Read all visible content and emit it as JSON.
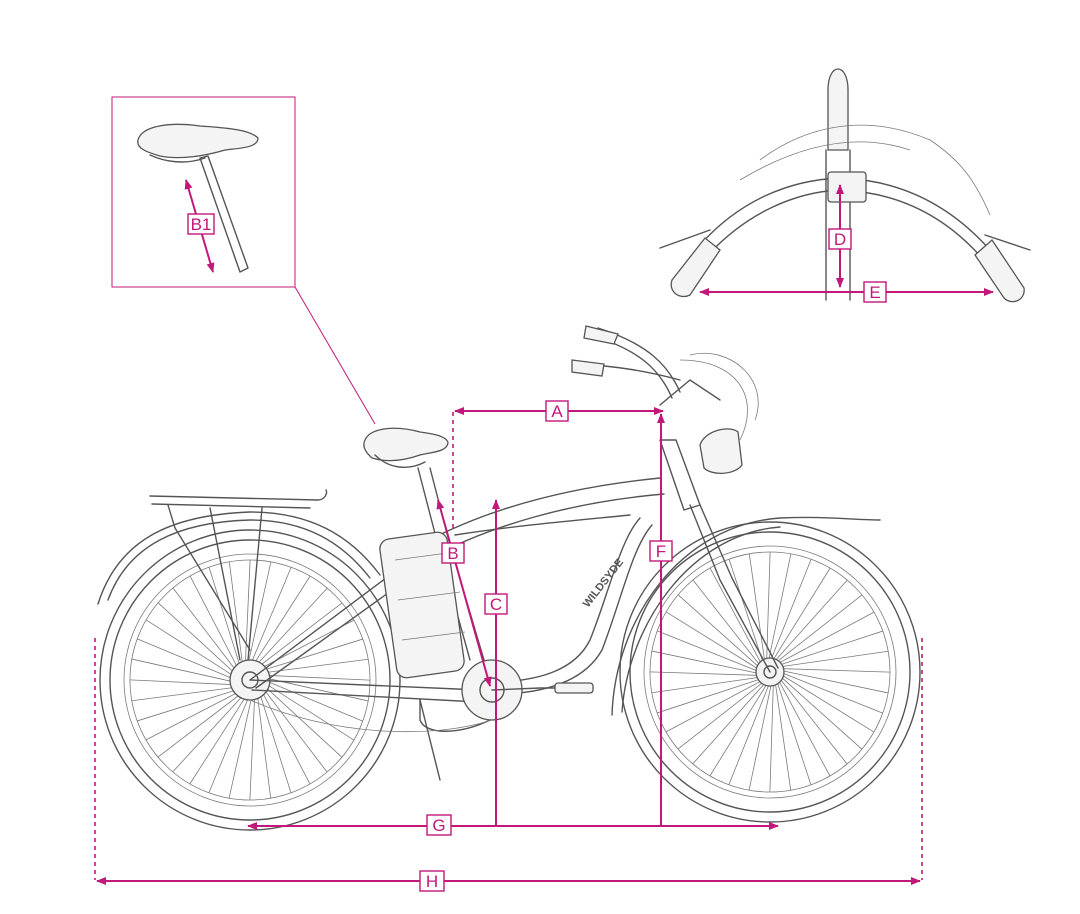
{
  "colors": {
    "accent": "#c2187a",
    "ink": "#555555",
    "background": "#ffffff"
  },
  "labels": {
    "A": "A",
    "B": "B",
    "B1": "B1",
    "C": "C",
    "D": "D",
    "E": "E",
    "F": "F",
    "G": "G",
    "H": "H"
  },
  "frame_decal": "WILDSYDE"
}
